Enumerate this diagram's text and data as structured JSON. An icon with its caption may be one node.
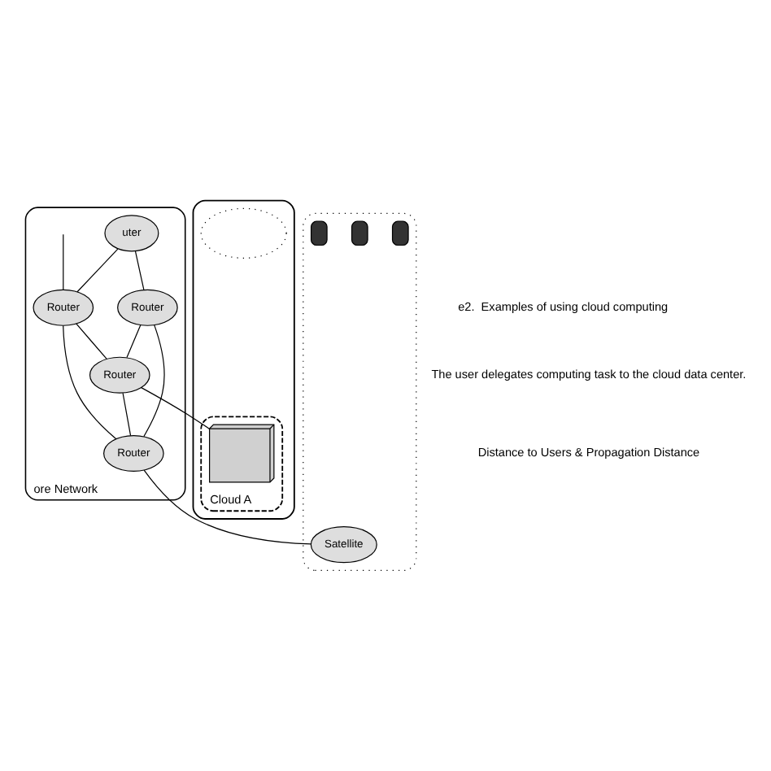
{
  "diagram": {
    "nodes": [
      {
        "text": [
          "ore Network"
        ]
      },
      {
        "text": [
          "uter"
        ],
        "in": 0
      },
      {
        "text": [
          "Router"
        ],
        "in": 0
      },
      {
        "text": [
          "Router"
        ],
        "in": 0
      },
      {
        "text": [
          "Router"
        ],
        "in": 0
      },
      {
        "text": [
          "Router"
        ],
        "in": 0
      },
      {
        "text": [],
        "shape": "cloud"
      },
      {
        "text": [
          "Cloud A"
        ],
        "in": 6
      },
      {
        "text": [],
        "shape": "server",
        "in": 7
      },
      {
        "text": [],
        "shape": "ellipse",
        "in": 6
      },
      {
        "text": [],
        "shape": "ellipse"
      },
      {
        "text": [
          "Satellite"
        ],
        "in": 10
      },
      {
        "text": [],
        "shape": "phone",
        "in": 10
      },
      {
        "text": [],
        "shape": "phone",
        "in": 10
      },
      {
        "text": [],
        "shape": "phone",
        "in": 10
      }
    ],
    "edges": [
      {
        "from": 1,
        "to": 3,
        "arrow": "none"
      },
      {
        "from": 1,
        "to": 2,
        "arrow": "none"
      },
      {
        "from": null,
        "to": 2,
        "arrow": "none"
      },
      {
        "from": 2,
        "to": 4,
        "arrow": "none"
      },
      {
        "from": 2,
        "to": 5,
        "arrow": "none"
      },
      {
        "from": 3,
        "to": 5,
        "arrow": "none"
      },
      {
        "from": 3,
        "to": 4,
        "arrow": "none"
      },
      {
        "from": 4,
        "to": 5,
        "arrow": "none"
      },
      {
        "from": 4,
        "to": 8,
        "arrow": "none"
      },
      {
        "from": 5,
        "to": 11,
        "arrow": "none"
      }
    ],
    "labels": [
      "e2.  Examples of using cloud computing",
      "The user delegates computing task to the cloud data center.",
      "Distance to Users & Propagation Distance"
    ]
  }
}
